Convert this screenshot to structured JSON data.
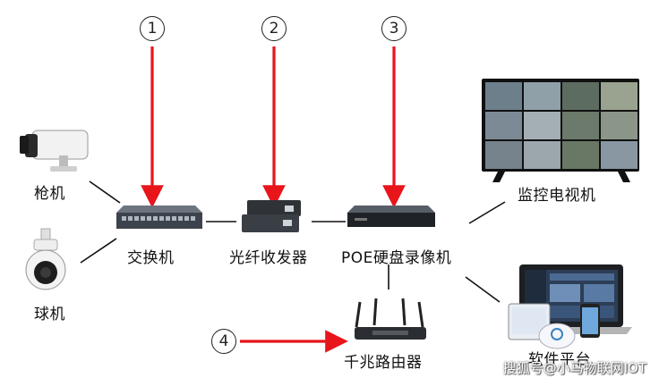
{
  "steps": [
    "1",
    "2",
    "3",
    "4"
  ],
  "nodes": {
    "bullet_camera": "枪机",
    "dome_camera": "球机",
    "switch": "交换机",
    "fiber_transceiver": "光纤收发器",
    "nvr": "POE硬盘录像机",
    "monitor_tv": "监控电视机",
    "software_platform": "软件平台",
    "router": "千兆路由器"
  },
  "colors": {
    "arrow": "#e8151b",
    "line": "#111111"
  },
  "watermark": "搜狐号@小马物联网IOT"
}
